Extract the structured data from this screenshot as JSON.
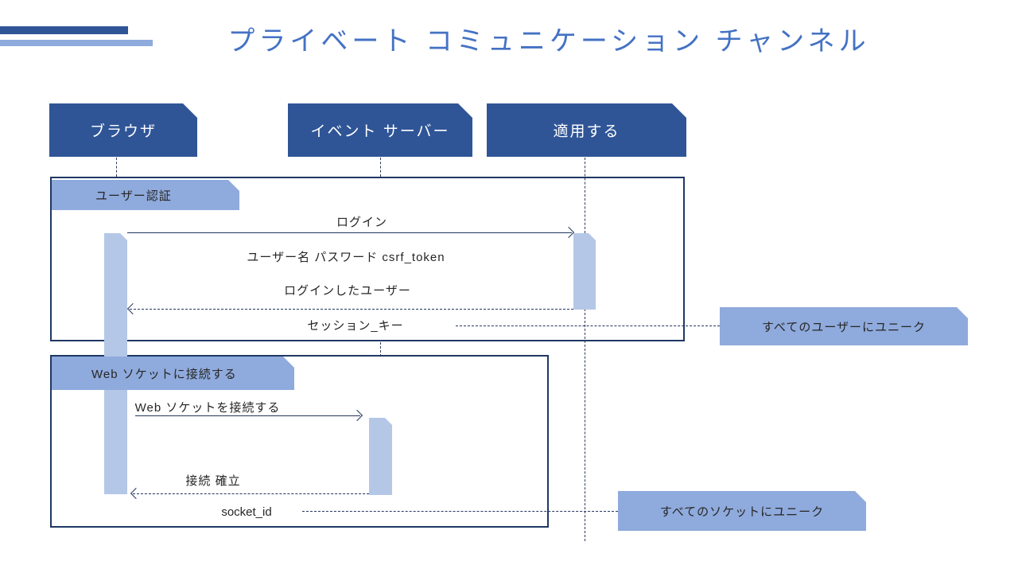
{
  "title": "プライベート コミュニケーション チャンネル",
  "actors": [
    {
      "label": "ブラウザ"
    },
    {
      "label": "イベント サーバー"
    },
    {
      "label": "適用する"
    }
  ],
  "frames": [
    {
      "label": "ユーザー認証"
    },
    {
      "label": "Web ソケットに接続する"
    }
  ],
  "messages": {
    "login": {
      "label": "ログイン",
      "detail": "ユーザー名 パスワード csrf_token"
    },
    "logged_in": {
      "label": "ログインしたユーザー",
      "detail": "セッション_キー"
    },
    "ws_connect": {
      "label": "Web ソケットを接続する"
    },
    "established": {
      "label": "接続 確立",
      "detail": "socket_id"
    }
  },
  "notes": [
    {
      "label": "すべてのユーザーにユニーク"
    },
    {
      "label": "すべてのソケットにユニーク"
    }
  ],
  "colors": {
    "title_text": "#4472C4",
    "actor_fill": "#2F5597",
    "actor_text": "#FFFFFF",
    "tag_fill": "#8FAADC",
    "activation_fill": "#B4C7E7",
    "frame_border": "#1F3864",
    "arrow_line": "#24365E",
    "message_text": "#262626",
    "deco_bar_dark": "#2F5597",
    "deco_bar_light": "#8FAADC"
  }
}
